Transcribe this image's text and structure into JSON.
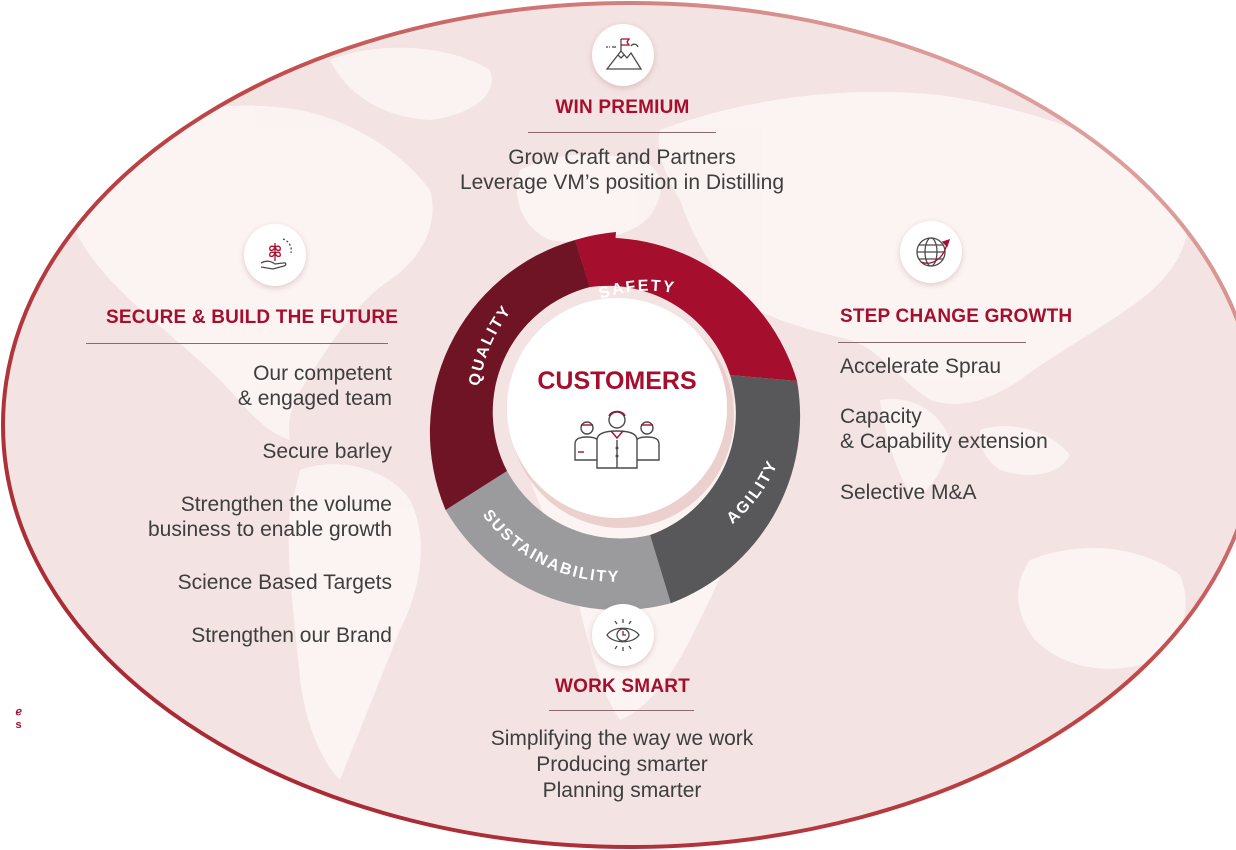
{
  "colors": {
    "brand_red": "#a50f2d",
    "dark_red": "#6e1425",
    "dark_grey": "#58585a",
    "light_grey": "#9b9b9d",
    "map_bg": "#f3e4e3",
    "map_land": "#faf3f2",
    "text": "#3e3e3e"
  },
  "win_premium": {
    "icon": "mountain-flag-icon",
    "title": "WIN PREMIUM",
    "lines": [
      "Grow Craft and Partners",
      "Leverage VM’s position in Distilling"
    ]
  },
  "secure_future": {
    "icon": "hand-plant-icon",
    "title": "SECURE & BUILD THE FUTURE",
    "items": [
      [
        "Our competent",
        "& engaged team"
      ],
      [
        "Secure barley"
      ],
      [
        "Strengthen the volume",
        "business to enable growth"
      ],
      [
        "Science Based Targets"
      ],
      [
        "Strengthen our Brand"
      ]
    ]
  },
  "step_change": {
    "icon": "globe-plane-icon",
    "title": "STEP CHANGE GROWTH",
    "items": [
      [
        "Accelerate Sprau"
      ],
      [
        "Capacity",
        "& Capability extension"
      ],
      [
        "Selective M&A"
      ]
    ]
  },
  "work_smart": {
    "icon": "eye-icon",
    "title": "WORK SMART",
    "lines": [
      "Simplifying the way we work",
      "Producing smarter",
      "Planning smarter"
    ]
  },
  "hub": {
    "title": "CUSTOMERS",
    "icon": "people-group-icon",
    "segments": [
      "SAFETY",
      "AGILITY",
      "SUSTAINABILITY",
      "QUALITY"
    ]
  }
}
